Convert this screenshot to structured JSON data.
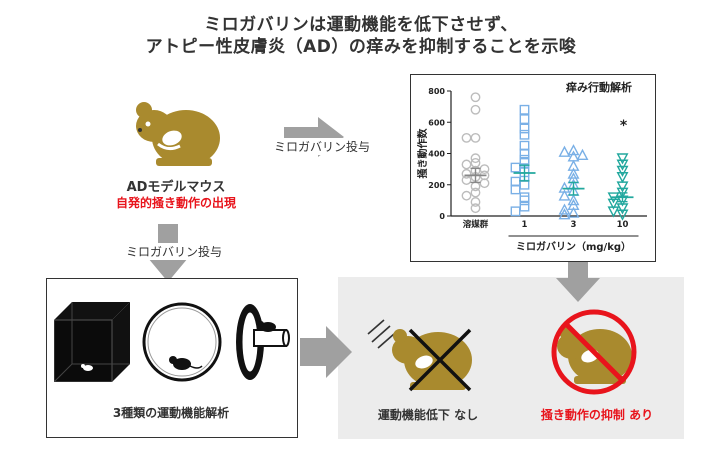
{
  "title": {
    "line1": "ミロガバリンは運動機能を低下させず、",
    "line2": "アトピー性皮膚炎（AD）の痒みを抑制することを示唆"
  },
  "ad_model": {
    "label": "ADモデルマウス",
    "sublabel": "自発的掻き動作の出現"
  },
  "arrows": {
    "to_chart": "ミロガバリン投与",
    "to_motor": "ミロガバリン投与"
  },
  "motor_box": {
    "caption": "3種類の運動機能解析"
  },
  "results": {
    "left": "運動機能低下 なし",
    "right": "掻き動作の抑制 あり"
  },
  "colors": {
    "mouse": "#a98a2e",
    "red": "#e8141c",
    "teal": "#22a89e",
    "blue": "#7ab0e6",
    "gray_marker": "#bcbcbc",
    "arrow": "#a0a0a0"
  },
  "chart_data": {
    "type": "scatter",
    "title": "痒み行動解析",
    "ylabel": "掻き動作数",
    "xlabel": "ミロガバリン（mg/kg）",
    "ylim": [
      0,
      800
    ],
    "yticks": [
      0,
      200,
      400,
      600,
      800
    ],
    "categories": [
      "溶媒群",
      "1",
      "3",
      "10"
    ],
    "annotation": "*",
    "series": [
      {
        "category": "溶媒群",
        "marker": "circle",
        "color": "#bcbcbc",
        "mean": 260,
        "sem": 45,
        "values": [
          760,
          680,
          500,
          500,
          370,
          340,
          330,
          300,
          290,
          270,
          260,
          250,
          230,
          210,
          190,
          150,
          130,
          90,
          50
        ]
      },
      {
        "category": "1",
        "marker": "square",
        "color": "#7ab0e6",
        "mean": 275,
        "sem": 50,
        "values": [
          680,
          620,
          560,
          520,
          450,
          400,
          360,
          340,
          310,
          280,
          250,
          220,
          200,
          170,
          120,
          100,
          60,
          30
        ]
      },
      {
        "category": "3",
        "marker": "triangle-up",
        "color": "#7ab0e6",
        "mean": 175,
        "sem": 40,
        "values": [
          420,
          410,
          390,
          380,
          320,
          270,
          240,
          200,
          180,
          160,
          130,
          100,
          70,
          40,
          20,
          10
        ]
      },
      {
        "category": "10",
        "marker": "triangle-down",
        "color": "#22a89e",
        "mean": 120,
        "sem": 28,
        "values": [
          370,
          330,
          290,
          250,
          190,
          150,
          120,
          100,
          80,
          50,
          30,
          10
        ]
      }
    ]
  }
}
